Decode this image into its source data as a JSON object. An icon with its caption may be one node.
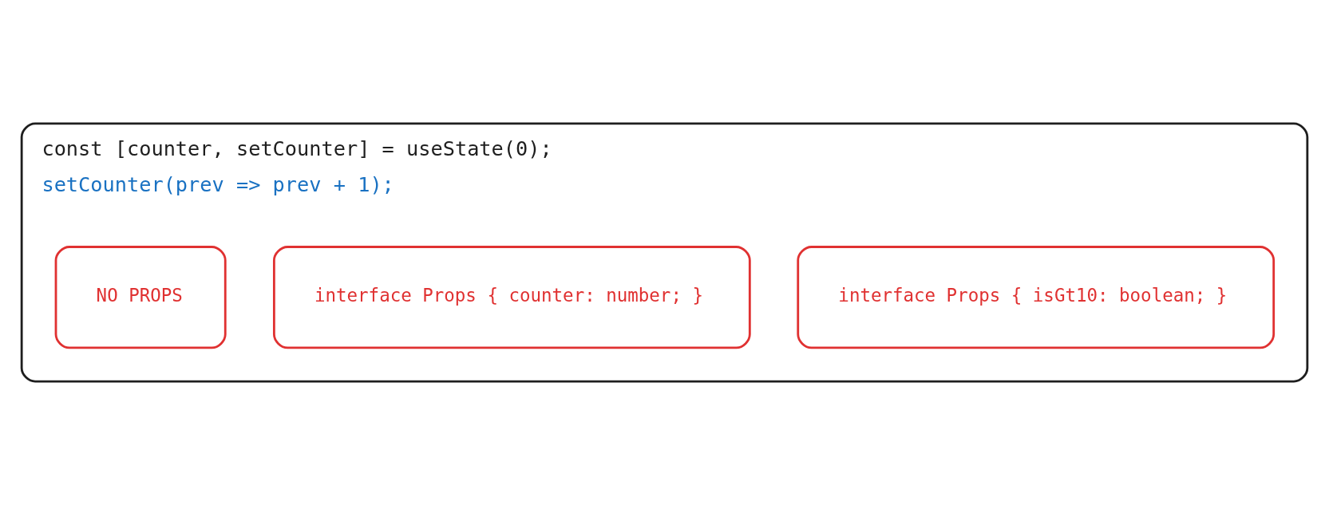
{
  "diagram": {
    "nodes": [
      {
        "text": [
          "const [counter, setCounter] = useState(0);",
          "setCounter(prev => prev + 1);"
        ]
      },
      {
        "text": [
          "interface Props { isGt10: boolean; }"
        ],
        "in": 0
      },
      {
        "text": [
          "interface Props { counter: number; }"
        ],
        "in": 0
      },
      {
        "text": [
          "NO PROPS"
        ],
        "in": 0
      }
    ]
  }
}
